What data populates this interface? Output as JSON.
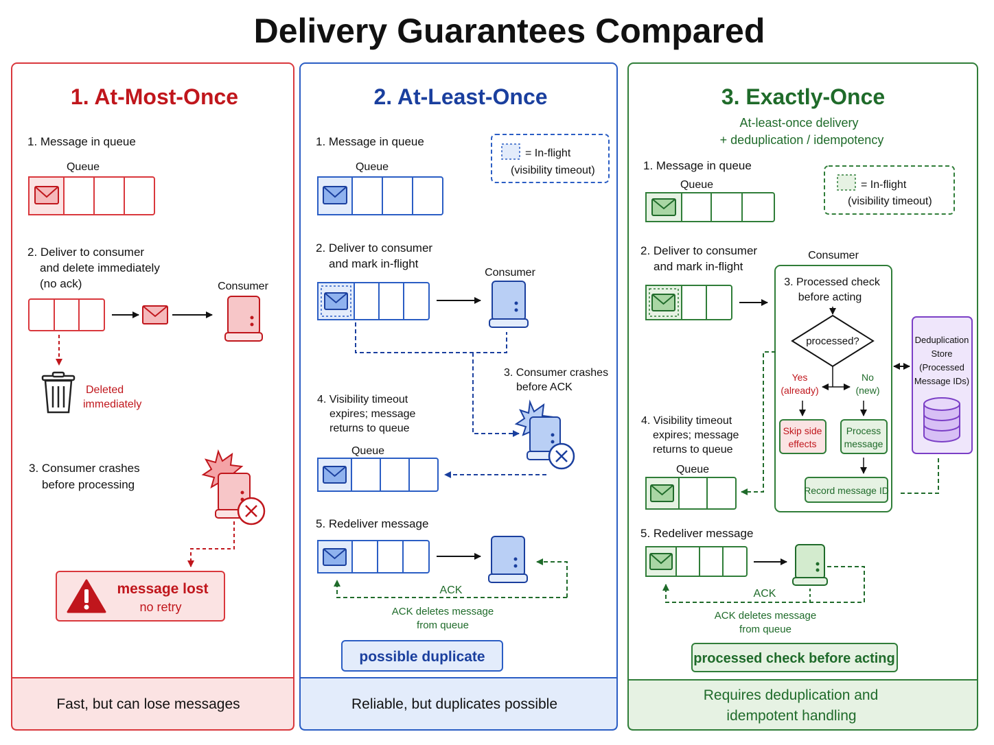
{
  "title": "Delivery Guarantees Compared",
  "colors": {
    "red": "#c0161c",
    "red_light": "#fbe3e3",
    "red_border": "#d9373c",
    "blue": "#1a3f9e",
    "blue_light": "#e3ecfb",
    "blue_border": "#2a5dc4",
    "green": "#1f6b2a",
    "green_light": "#e6f2e3",
    "green_border": "#2f7d38",
    "purple": "#7b3fc6",
    "purple_light": "#efe6fb",
    "text": "#111111"
  },
  "col1": {
    "heading": "1. At-Most-Once",
    "step1": "1. Message in queue",
    "queue_label": "Queue",
    "step2_line1": "2. Deliver to consumer",
    "step2_line2": "and delete immediately",
    "step2_line3": "(no ack)",
    "consumer_label": "Consumer",
    "deleted_line1": "Deleted",
    "deleted_line2": "immediately",
    "step3_line1": "3. Consumer crashes",
    "step3_line2": "before processing",
    "lost_line1": "message lost",
    "lost_line2": "no retry",
    "footer": "Fast, but can lose messages"
  },
  "col2": {
    "heading": "2. At-Least-Once",
    "step1": "1. Message in queue",
    "legend_line1": "= In-flight",
    "legend_line2": "(visibility timeout)",
    "queue_label": "Queue",
    "step2_line1": "2. Deliver to consumer",
    "step2_line2": "and mark in-flight",
    "consumer_label": "Consumer",
    "step3_line1": "3. Consumer crashes",
    "step3_line2": "before ACK",
    "step4_line1": "4. Visibility timeout",
    "step4_line2": "expires; message",
    "step4_line3": "returns to queue",
    "queue_label2": "Queue",
    "step5": "5. Redeliver message",
    "ack": "ACK",
    "ack_note_line1": "ACK deletes message",
    "ack_note_line2": "from queue",
    "result": "possible duplicate",
    "footer": "Reliable, but duplicates possible"
  },
  "col3": {
    "heading": "3. Exactly-Once",
    "sub_line1": "At-least-once delivery",
    "sub_line2": "+ deduplication / idempotency",
    "step1": "1. Message in queue",
    "queue_label": "Queue",
    "legend_line1": "= In-flight",
    "legend_line2": "(visibility timeout)",
    "step2_line1": "2. Deliver to consumer",
    "step2_line2": "and mark in-flight",
    "consumer_label": "Consumer",
    "check_line1": "3. Processed check",
    "check_line2": "before acting",
    "decision": "processed?",
    "yes_line1": "Yes",
    "yes_line2": "(already)",
    "no_line1": "No",
    "no_line2": "(new)",
    "skip_line1": "Skip side",
    "skip_line2": "effects",
    "process_line1": "Process",
    "process_line2": "message",
    "record": "Record message ID",
    "dedup_line1": "Deduplication",
    "dedup_line2": "Store",
    "dedup_line3": "(Processed",
    "dedup_line4": "Message IDs)",
    "step4_line1": "4. Visibility timeout",
    "step4_line2": "expires; message",
    "step4_line3": "returns to queue",
    "queue_label2": "Queue",
    "step5": "5. Redeliver message",
    "ack": "ACK",
    "ack_note_line1": "ACK deletes message",
    "ack_note_line2": "from queue",
    "result": "processed check before acting",
    "footer_line1": "Requires deduplication and",
    "footer_line2": "idempotent handling"
  }
}
